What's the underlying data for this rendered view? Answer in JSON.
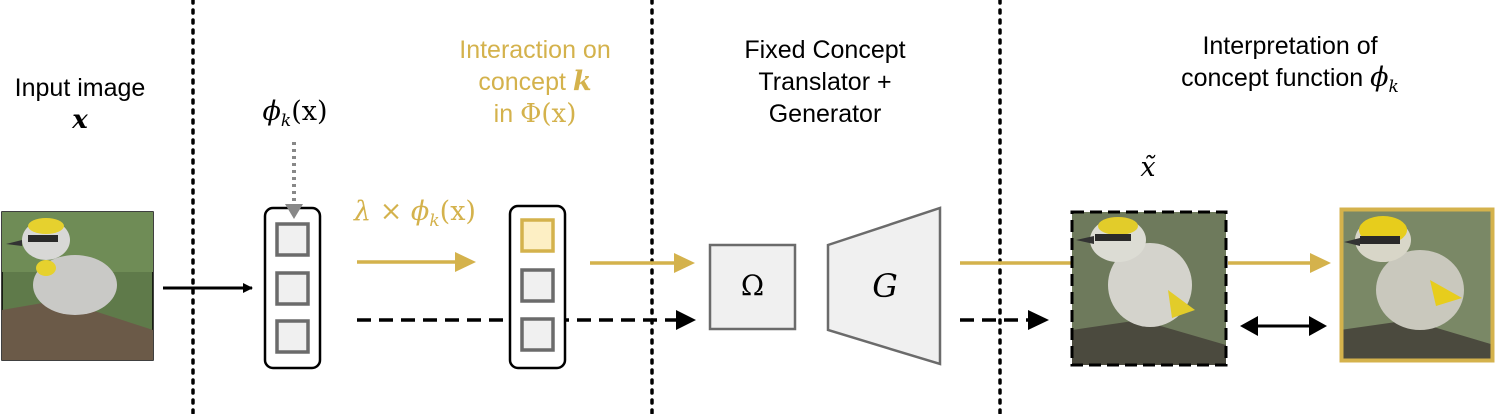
{
  "col1": {
    "line1": "Input image",
    "var": "x"
  },
  "col2": {
    "phi": "ϕ",
    "phi_sub": "k",
    "phi_arg": "(x)"
  },
  "col3": {
    "line1": "Interaction on",
    "line2_text": "concept ",
    "line2_var": "k",
    "line3_text": "in ",
    "line3_phi": "Φ",
    "line3_arg": "(x)",
    "lambda_expr": "λ × ϕ",
    "lambda_sub": "k",
    "lambda_arg": "(x)"
  },
  "col4": {
    "line1": "Fixed Concept",
    "line2": "Translator +",
    "line3": "Generator",
    "omega": "Ω",
    "g": "G"
  },
  "col5": {
    "line1": "Interpretation of",
    "line2_text": "concept function ",
    "line2_phi": "ϕ",
    "line2_sub": "k",
    "xtilde": "x̃"
  },
  "colors": {
    "gold": "#d4b24c",
    "gray": "#6b6b6b",
    "boxfill": "#f0f0f0",
    "highlight": "#fdefc4"
  }
}
